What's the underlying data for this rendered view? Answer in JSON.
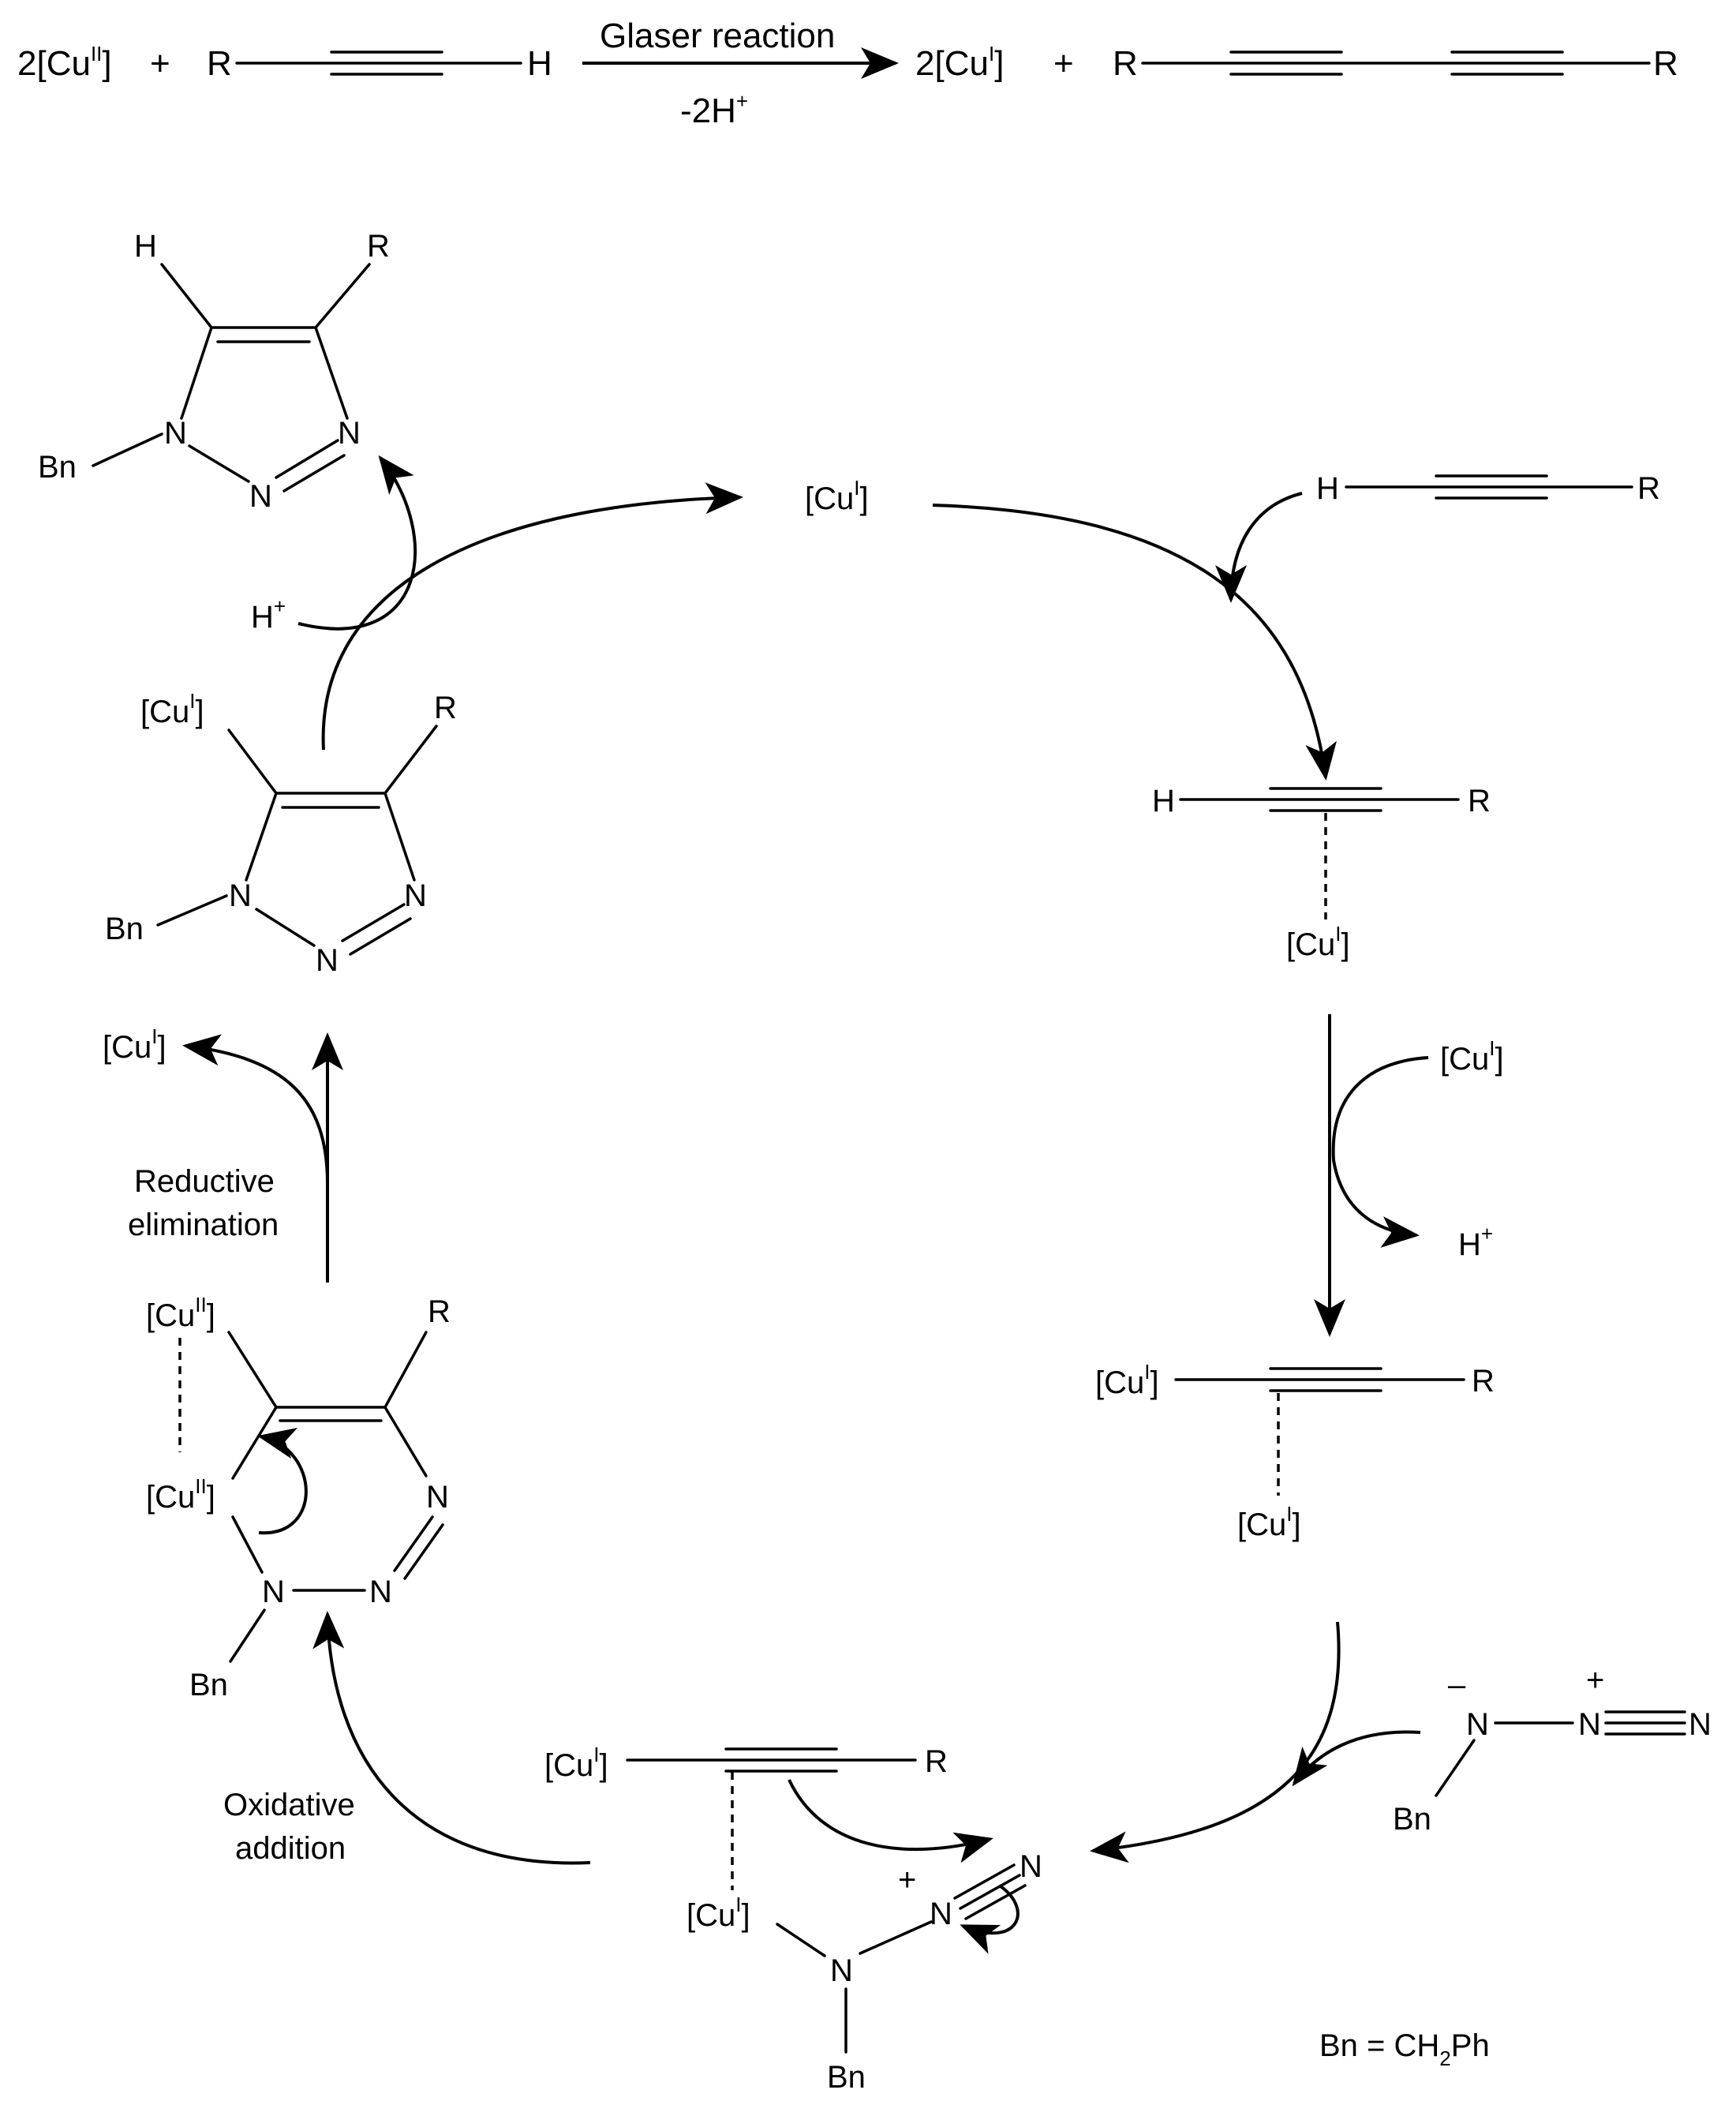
{
  "top": {
    "cu_ii": "2[Cu",
    "ox2": "II",
    "close": "]",
    "plus": "+",
    "R": "R",
    "H": "H",
    "arrow_top": "Glaser reaction",
    "arrow_bottom": "-2H",
    "plus_charge": "+",
    "cu_i": "2[Cu",
    "ox1": "I"
  },
  "atoms": {
    "H": "H",
    "R": "R",
    "N": "N",
    "Bn": "Bn",
    "cu_open": "[Cu",
    "cu_close": "]",
    "ox_i": "I",
    "ox_ii": "II",
    "plus": "+",
    "minus": "–",
    "h_plus": "H"
  },
  "steps": {
    "reductive_1": "Reductive",
    "reductive_2": "elimination",
    "oxidative_1": "Oxidative",
    "oxidative_2": "addition"
  },
  "legend": {
    "bn_eq": "Bn = CH",
    "sub": "2",
    "ph": "Ph"
  }
}
